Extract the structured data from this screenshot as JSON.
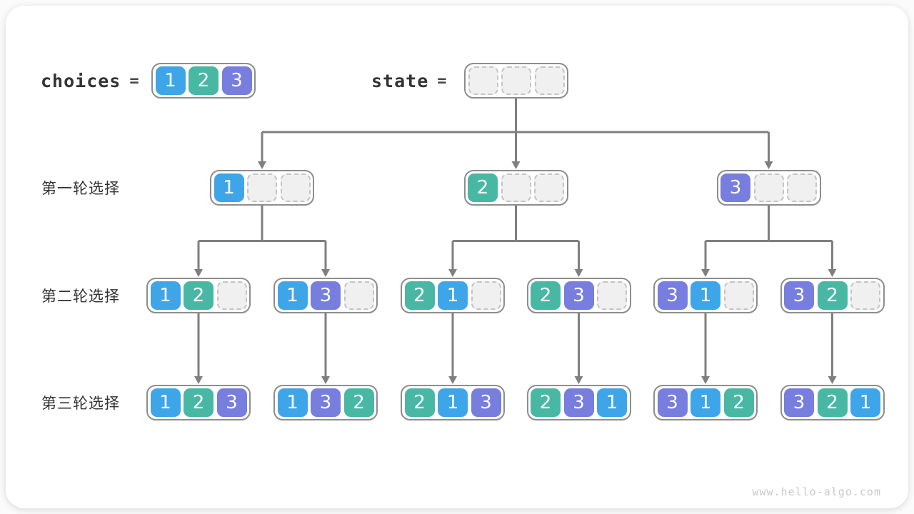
{
  "palette": {
    "1": "#3EA6E8",
    "2": "#48B8A5",
    "3": "#777EDE"
  },
  "header": {
    "choices_label": "choices",
    "state_label": "state",
    "equals": "=",
    "choices_cells": [
      "1",
      "2",
      "3"
    ],
    "state_cells": [
      "",
      "",
      ""
    ]
  },
  "rows": [
    {
      "label": "第一轮选择",
      "boxes": [
        [
          "1",
          "",
          ""
        ],
        [
          "2",
          "",
          ""
        ],
        [
          "3",
          "",
          ""
        ]
      ]
    },
    {
      "label": "第二轮选择",
      "boxes": [
        [
          "1",
          "2",
          ""
        ],
        [
          "1",
          "3",
          ""
        ],
        [
          "2",
          "1",
          ""
        ],
        [
          "2",
          "3",
          ""
        ],
        [
          "3",
          "1",
          ""
        ],
        [
          "3",
          "2",
          ""
        ]
      ]
    },
    {
      "label": "第三轮选择",
      "boxes": [
        [
          "1",
          "2",
          "3"
        ],
        [
          "1",
          "3",
          "2"
        ],
        [
          "2",
          "1",
          "3"
        ],
        [
          "2",
          "3",
          "1"
        ],
        [
          "3",
          "1",
          "2"
        ],
        [
          "3",
          "2",
          "1"
        ]
      ]
    }
  ],
  "watermark": "www.hello-algo.com"
}
